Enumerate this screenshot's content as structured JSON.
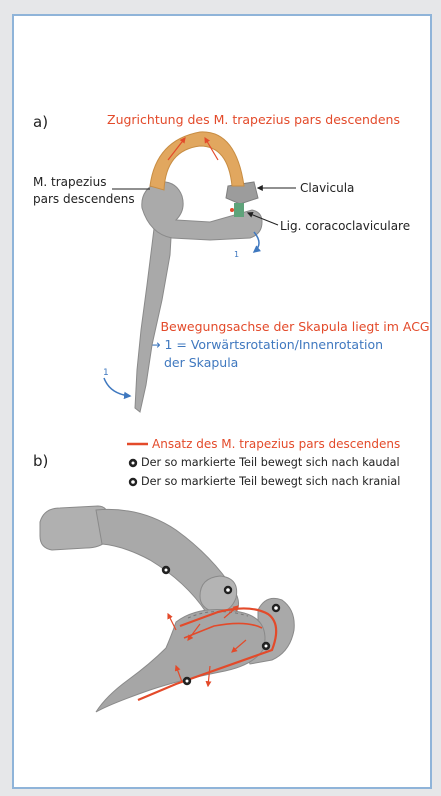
{
  "panel_a": {
    "label": "a)",
    "title": "Zugrichtung des M. trapezius pars descendens",
    "muscle_label_line1": "M. trapezius",
    "muscle_label_line2": "pars descendens",
    "clavicula": "Clavicula",
    "ligament": "Lig. coracoclaviculare",
    "rotation_mark": "1",
    "axis_note": "+ Bewegungsachse der Skapula liegt im ACG",
    "rotation_note_line1": "→ 1 = Vorwärtsrotation/Innenrotation",
    "rotation_note_line2": "der Skapula"
  },
  "panel_b": {
    "label": "b)",
    "legend_red": "Ansatz des M. trapezius pars descendens",
    "legend_kaudal": "Der so markierte Teil bewegt sich nach kaudal",
    "legend_kranial": "Der so markierte Teil bewegt sich nach kranial"
  },
  "colors": {
    "red": "#e34a2a",
    "blue": "#3f78bf",
    "bone": "#a9a9a9",
    "muscle": "#e1a75f",
    "frame": "#8fb4d9"
  }
}
